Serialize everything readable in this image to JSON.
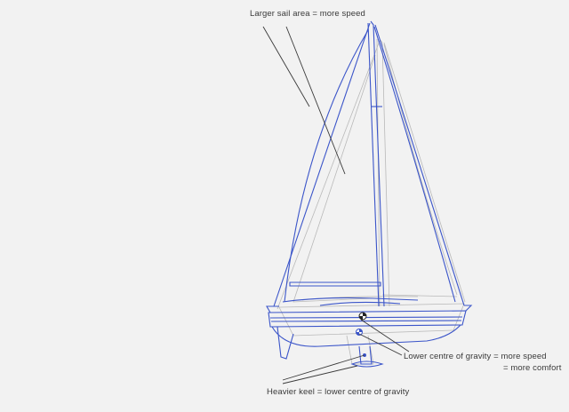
{
  "annotations": {
    "sail_area": "Larger sail area = more speed",
    "centre_gravity": "Lower centre of gravity = more speed",
    "comfort": "= more comfort",
    "keel": "Heavier keel = lower centre of gravity"
  },
  "colors": {
    "background": "#f2f2f2",
    "new_boat_outline": "#3b55c9",
    "old_boat_outline": "#b9b9b9",
    "leader_line": "#3a3a3a",
    "text": "#3a3a3a"
  }
}
